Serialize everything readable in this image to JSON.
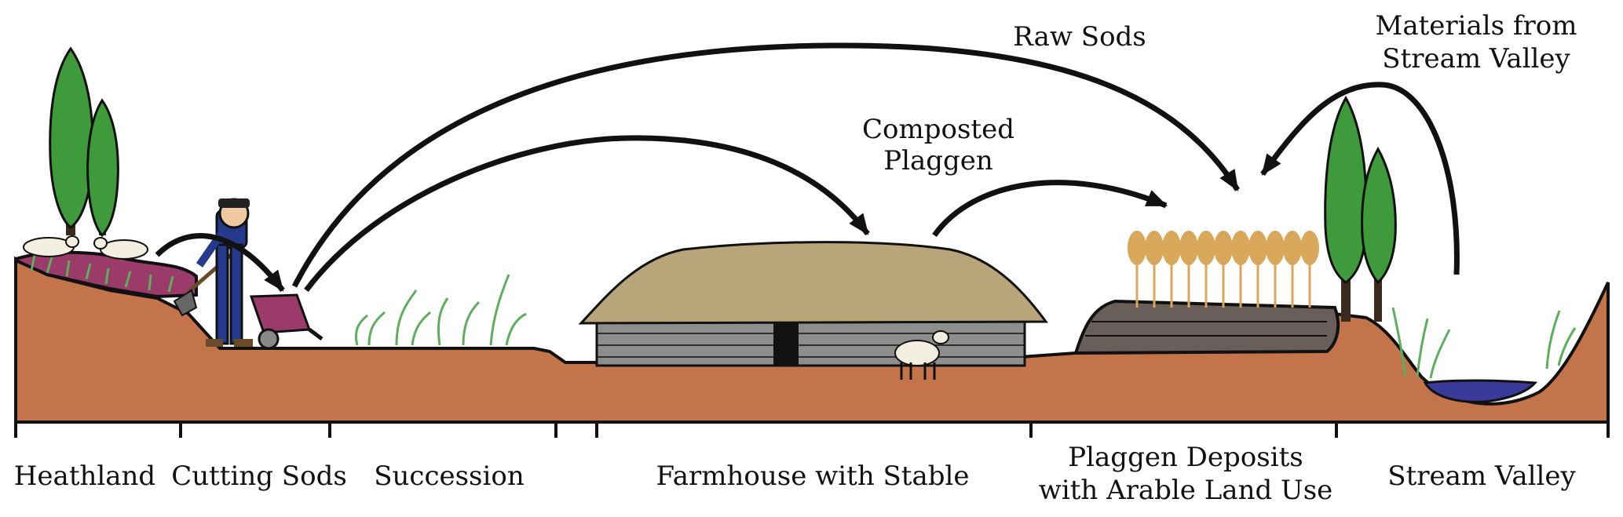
{
  "colors": {
    "soil": "#C4744A",
    "heath": "#9B3B6A",
    "thatch": "#B9A57A",
    "brick": "#8E8E8E",
    "tree": "#3E9A3A",
    "wheat": "#D9A75A",
    "water": "#3A3A9A",
    "plaggen": "#6A5E5A",
    "grass": "#5DAE5D"
  },
  "flow_labels": {
    "raw_sods": "Raw Sods",
    "composted_line1": "Composted",
    "composted_line2": "Plaggen",
    "materials_line1": "Materials from",
    "materials_line2": "Stream Valley"
  },
  "zones": {
    "heathland": "Heathland",
    "cutting_sods": "Cutting Sods",
    "succession": "Succession",
    "farmhouse": "Farmhouse with Stable",
    "plaggen_line1": "Plaggen Deposits",
    "plaggen_line2": "with Arable Land Use",
    "stream_valley": "Stream Valley"
  }
}
